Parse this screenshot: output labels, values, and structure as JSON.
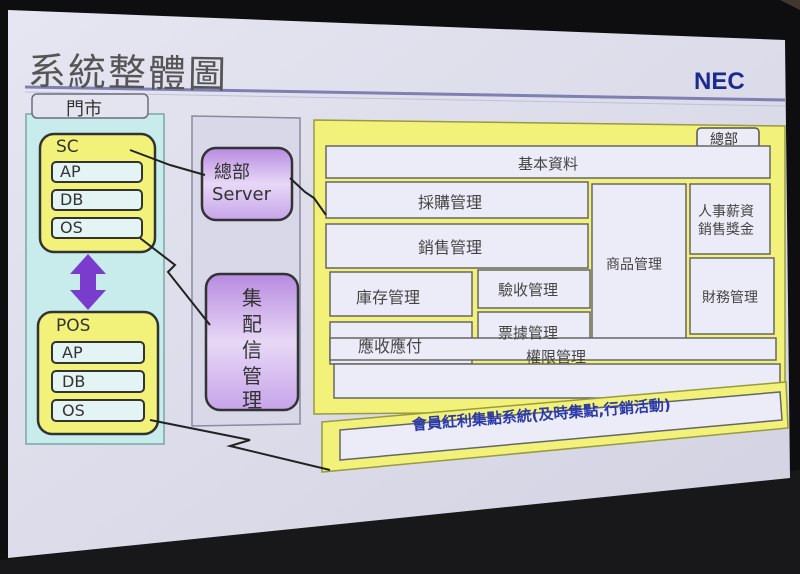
{
  "slide": {
    "title": "系統整體圖",
    "logo": "NEC"
  },
  "store": {
    "label": "門市",
    "sc": {
      "label": "SC",
      "items": [
        "AP",
        "DB",
        "OS"
      ]
    },
    "pos": {
      "label": "POS",
      "items": [
        "AP",
        "DB",
        "OS"
      ]
    }
  },
  "middle": {
    "hq_server": [
      "總部",
      "Server"
    ],
    "distribution": [
      "集",
      "配",
      "信",
      "管",
      "理"
    ]
  },
  "hq": {
    "label": "總部",
    "modules": {
      "basic_data": "基本資料",
      "purchasing": "採購管理",
      "sales": "銷售管理",
      "inventory": "庫存管理",
      "inspection": "驗收管理",
      "ar_ap": "應收應付",
      "documents": "票據管理",
      "product": "商品管理",
      "hr": [
        "人事薪資",
        "銷售獎金"
      ],
      "finance": "財務管理",
      "permissions": "權限管理"
    }
  },
  "loyalty": "會員紅利集點系統(及時集點,行銷活動)",
  "colors": {
    "screen_bg": "#dcdcec",
    "store_panel": "#c8ecec",
    "yellow": "#f2f27a",
    "purple": "#c8a0e6",
    "arrow": "#7a3ccc",
    "title": "#555555",
    "module_text": "#454545",
    "loyalty_text": "#2c3aa8",
    "logo": "#1b2a8f"
  }
}
